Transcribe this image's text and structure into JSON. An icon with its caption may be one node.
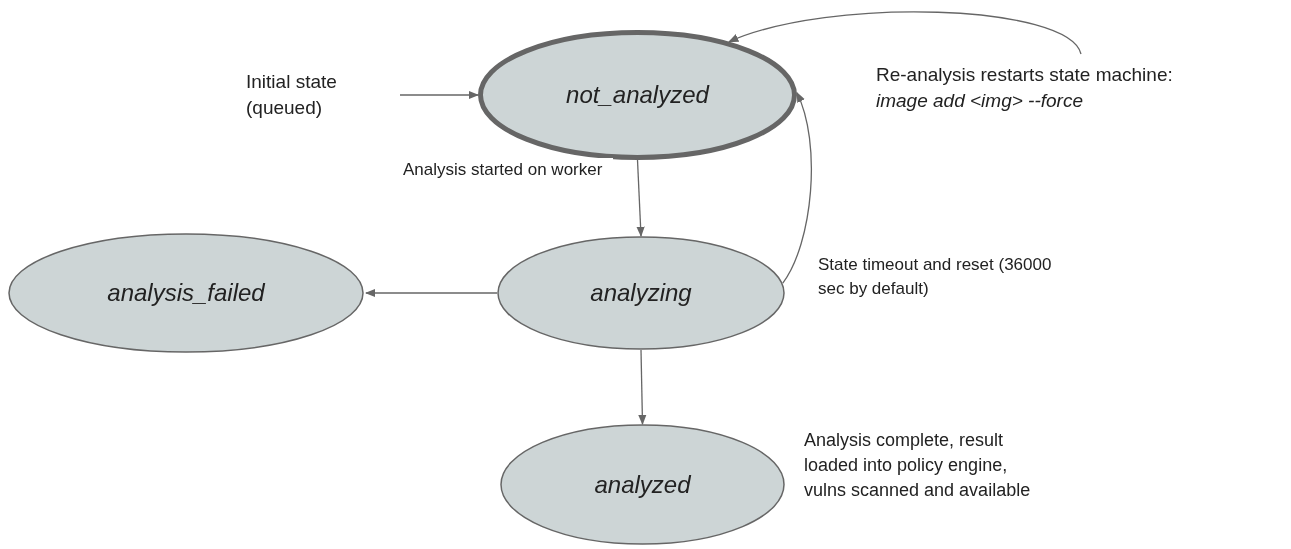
{
  "diagram": {
    "nodes": [
      {
        "text": [
          "not_analyzed"
        ]
      },
      {
        "text": [
          "analyzing"
        ]
      },
      {
        "text": [
          "analysis_failed"
        ]
      },
      {
        "text": [
          "analyzed"
        ],
        "beside": [
          "Analysis complete, result loaded into policy engine, vulns scanned and available"
        ]
      },
      {
        "text": [
          "Initial state (queued)"
        ]
      },
      {
        "text": [
          "Re-analysis restarts state machine:",
          "image add <img> --force"
        ]
      }
    ],
    "edges": [
      {
        "from": 4,
        "to": 0,
        "arrow": "to"
      },
      {
        "from": 0,
        "to": 1,
        "arrow": "to",
        "label": "Analysis started on worker"
      },
      {
        "from": 1,
        "to": 0,
        "arrow": "to",
        "label": "State timeout and reset (36000 sec by default)"
      },
      {
        "from": 1,
        "to": 2,
        "arrow": "to"
      },
      {
        "from": 1,
        "to": 3,
        "arrow": "to"
      },
      {
        "from": 5,
        "to": 0,
        "arrow": "to"
      }
    ]
  }
}
